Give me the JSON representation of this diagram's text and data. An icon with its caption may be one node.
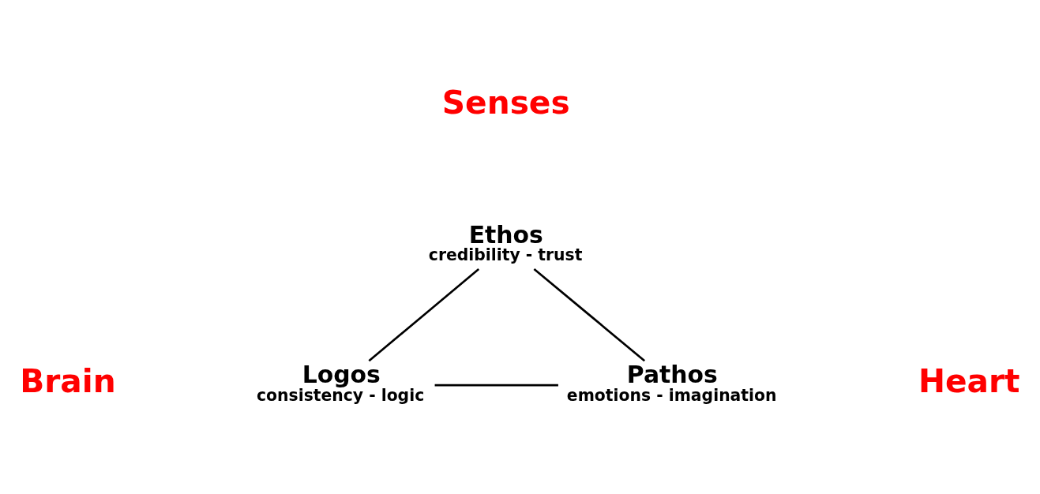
{
  "diagram": {
    "nodes": [
      {
        "text": [
          "Ethos",
          "credibility - trust"
        ]
      },
      {
        "text": [
          "Logos",
          "consistency - logic"
        ]
      },
      {
        "text": [
          "Pathos",
          "emotions - imagination"
        ]
      }
    ],
    "edges": [
      {
        "from": 0,
        "to": 1,
        "arrow": "none"
      },
      {
        "from": 1,
        "to": 2,
        "arrow": "none"
      },
      {
        "from": 2,
        "to": 0,
        "arrow": "none"
      }
    ],
    "labels": [
      "Senses",
      "Brain",
      "Heart"
    ]
  }
}
